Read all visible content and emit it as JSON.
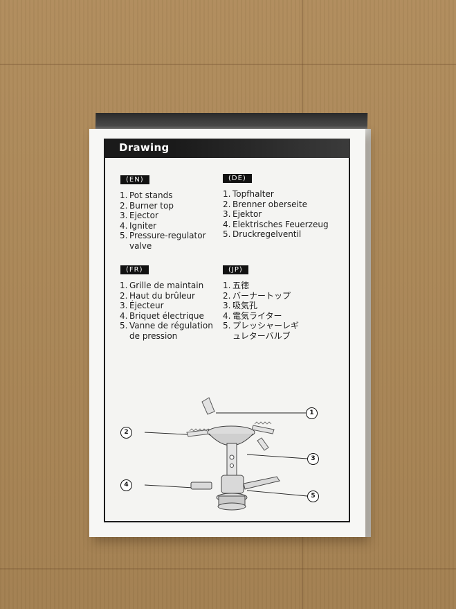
{
  "title": "Drawing",
  "sections": {
    "en": {
      "tag": "(EN)",
      "items": [
        {
          "num": "1.",
          "text": "Pot stands"
        },
        {
          "num": "2.",
          "text": "Burner top"
        },
        {
          "num": "3.",
          "text": "Ejector"
        },
        {
          "num": "4.",
          "text": "Igniter"
        },
        {
          "num": "5.",
          "text": "Pressure-regulator\nvalve"
        }
      ]
    },
    "de": {
      "tag": "(DE)",
      "items": [
        {
          "num": "1.",
          "text": "Topfhalter"
        },
        {
          "num": "2.",
          "text": "Brenner oberseite"
        },
        {
          "num": "3.",
          "text": "Ejektor"
        },
        {
          "num": "4.",
          "text": "Elektrisches Feuerzeug"
        },
        {
          "num": "5.",
          "text": "Druckregelventil"
        }
      ]
    },
    "fr": {
      "tag": "(FR)",
      "items": [
        {
          "num": "1.",
          "text": "Grille de maintain"
        },
        {
          "num": "2.",
          "text": "Haut du brûleur"
        },
        {
          "num": "3.",
          "text": "Éjecteur"
        },
        {
          "num": "4.",
          "text": "Briquet électrique"
        },
        {
          "num": "5.",
          "text": "Vanne de régulation\nde pression"
        }
      ]
    },
    "jp": {
      "tag": "(JP)",
      "items": [
        {
          "num": "1.",
          "text": "五徳"
        },
        {
          "num": "2.",
          "text": "バーナートップ"
        },
        {
          "num": "3.",
          "text": "吸気孔"
        },
        {
          "num": "4.",
          "text": "電気ライター"
        },
        {
          "num": "5.",
          "text": "プレッシャーレギ\nュレターバルブ"
        }
      ]
    }
  },
  "callouts": [
    "1",
    "2",
    "3",
    "4",
    "5"
  ]
}
